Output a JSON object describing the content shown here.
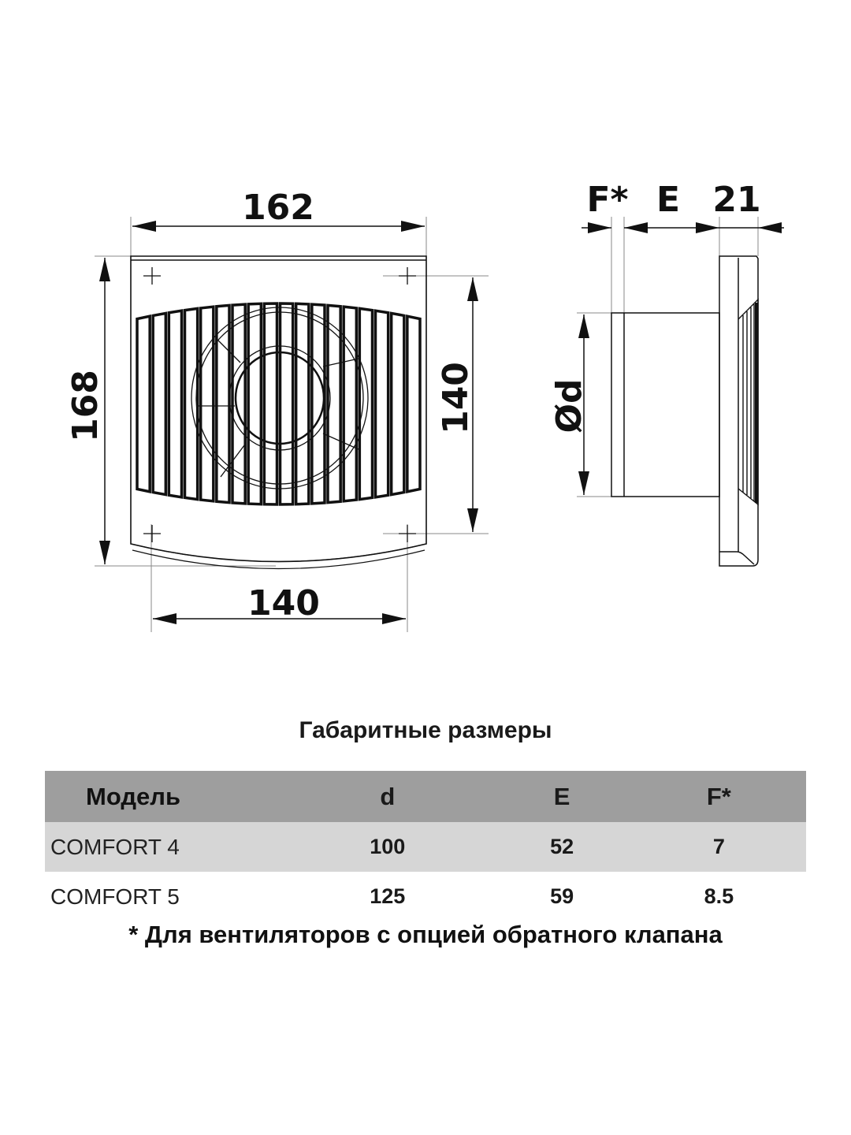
{
  "drawing": {
    "front_view": {
      "width_top": "162",
      "height_left": "168",
      "height_right": "140",
      "width_bottom": "140"
    },
    "side_view": {
      "label_f": "F*",
      "label_e": "E",
      "label_depth": "21",
      "label_diameter": "Ød"
    }
  },
  "table": {
    "title": "Габаритные размеры",
    "headers": [
      "Модель",
      "d",
      "E",
      "F*"
    ],
    "rows": [
      {
        "model": "COMFORT 4",
        "d": "100",
        "e": "52",
        "f": "7"
      },
      {
        "model": "COMFORT 5",
        "d": "125",
        "e": "59",
        "f": "8.5"
      }
    ],
    "colors": {
      "header_bg": "#9e9e9e",
      "shaded_row_bg": "#d6d6d6"
    }
  },
  "footnote": "* Для вентиляторов с опцией обратного клапана"
}
